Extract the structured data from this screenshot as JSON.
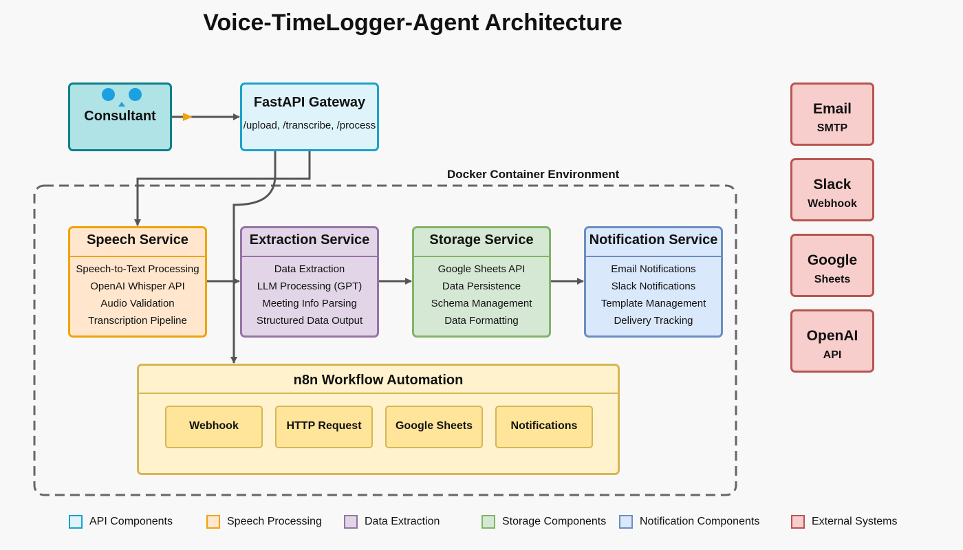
{
  "title": "Voice-TimeLogger-Agent Architecture",
  "consultant": {
    "label": "Consultant"
  },
  "gateway": {
    "title": "FastAPI Gateway",
    "endpoints": "/upload, /transcribe, /process"
  },
  "docker": {
    "label": "Docker Container Environment"
  },
  "services": [
    {
      "title": "Speech Service",
      "items": [
        "Speech-to-Text Processing",
        "OpenAI Whisper API",
        "Audio Validation",
        "Transcription Pipeline"
      ],
      "fill": "#ffe6cc",
      "stroke": "#f0a30a"
    },
    {
      "title": "Extraction Service",
      "items": [
        "Data Extraction",
        "LLM Processing (GPT)",
        "Meeting Info Parsing",
        "Structured Data Output"
      ],
      "fill": "#e1d5e7",
      "stroke": "#9673a6"
    },
    {
      "title": "Storage Service",
      "items": [
        "Google Sheets API",
        "Data Persistence",
        "Schema Management",
        "Data Formatting"
      ],
      "fill": "#d5e8d4",
      "stroke": "#82b366"
    },
    {
      "title": "Notification Service",
      "items": [
        "Email Notifications",
        "Slack Notifications",
        "Template Management",
        "Delivery Tracking"
      ],
      "fill": "#dae8fc",
      "stroke": "#6c8ebf"
    }
  ],
  "workflow": {
    "title": "n8n Workflow Automation",
    "nodes": [
      "Webhook",
      "HTTP Request",
      "Google Sheets",
      "Notifications"
    ]
  },
  "external": [
    {
      "name": "Email",
      "detail": "SMTP"
    },
    {
      "name": "Slack",
      "detail": "Webhook"
    },
    {
      "name": "Google",
      "detail": "Sheets"
    },
    {
      "name": "OpenAI",
      "detail": "API"
    }
  ],
  "legend": [
    {
      "label": "API Components",
      "fill": "#dff3fb",
      "stroke": "#1ba1c9"
    },
    {
      "label": "Speech Processing",
      "fill": "#ffe6cc",
      "stroke": "#f0a30a"
    },
    {
      "label": "Data Extraction",
      "fill": "#e1d5e7",
      "stroke": "#9673a6"
    },
    {
      "label": "Storage Components",
      "fill": "#d5e8d4",
      "stroke": "#82b366"
    },
    {
      "label": "Notification Components",
      "fill": "#dae8fc",
      "stroke": "#6c8ebf"
    },
    {
      "label": "External Systems",
      "fill": "#f8cecc",
      "stroke": "#b85450"
    }
  ]
}
